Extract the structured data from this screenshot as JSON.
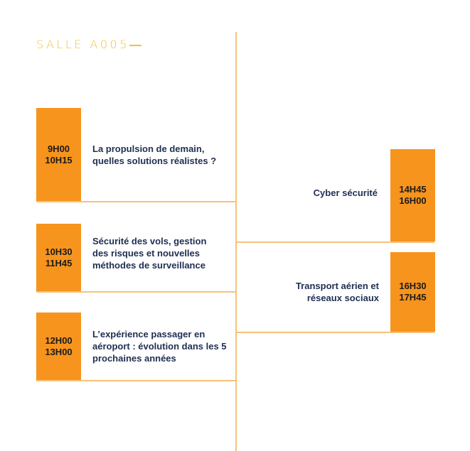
{
  "room": {
    "title": "SALLE A005"
  },
  "sessions": [
    {
      "start": "9H00",
      "end": "10H15",
      "title": "La propulsion de demain, quelles solutions réalistes ?"
    },
    {
      "start": "10H30",
      "end": "11H45",
      "title": "Sécurité des vols, gestion des risques et nouvelles méthodes de surveillance"
    },
    {
      "start": "12H00",
      "end": "13H00",
      "title": "L’expérience passager en aéroport : évolution dans les 5 prochaines années"
    },
    {
      "start": "14H45",
      "end": "16H00",
      "title": "Cyber sécurité"
    },
    {
      "start": "16H30",
      "end": "17H45",
      "title": "Transport aérien et réseaux sociaux"
    }
  ],
  "colors": {
    "accent": "#f7941d",
    "line": "#f5c27a",
    "heading": "#f2c230",
    "text": "#1f2e52"
  }
}
